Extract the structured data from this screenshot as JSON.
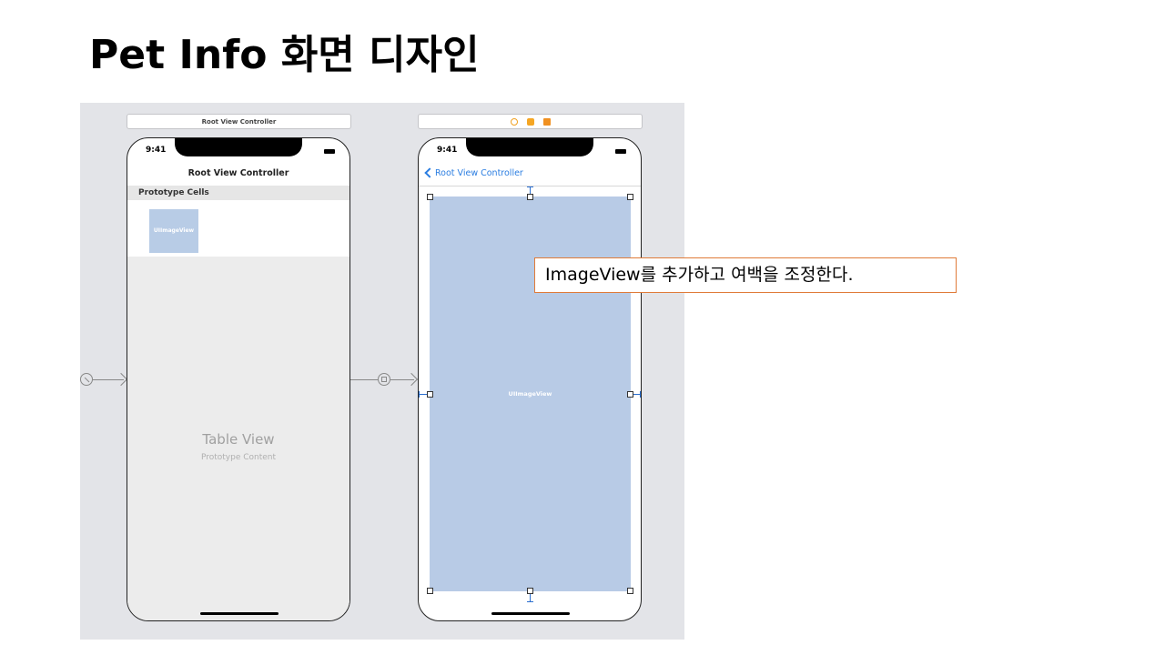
{
  "slide": {
    "title": "Pet Info 화면 디자인"
  },
  "storyboard": {
    "scene1": {
      "header_label": "Root View Controller",
      "status_time": "9:41",
      "nav_title": "Root View Controller",
      "section_header": "Prototype Cells",
      "cell_image_label": "UIImageView",
      "table_title": "Table View",
      "table_subtitle": "Prototype Content"
    },
    "scene2": {
      "header_icons": [
        "view-controller-icon",
        "first-responder-icon",
        "exit-icon"
      ],
      "status_time": "9:41",
      "back_label": "Root View Controller",
      "image_view_label": "UIImageView"
    }
  },
  "callout": {
    "text": "ImageView를 추가하고 여백을 조정한다."
  },
  "colors": {
    "canvas_bg": "#e3e4e8",
    "image_view_fill": "#b8cbe6",
    "tint_blue": "#2a7de1",
    "callout_border": "#e07b39"
  }
}
